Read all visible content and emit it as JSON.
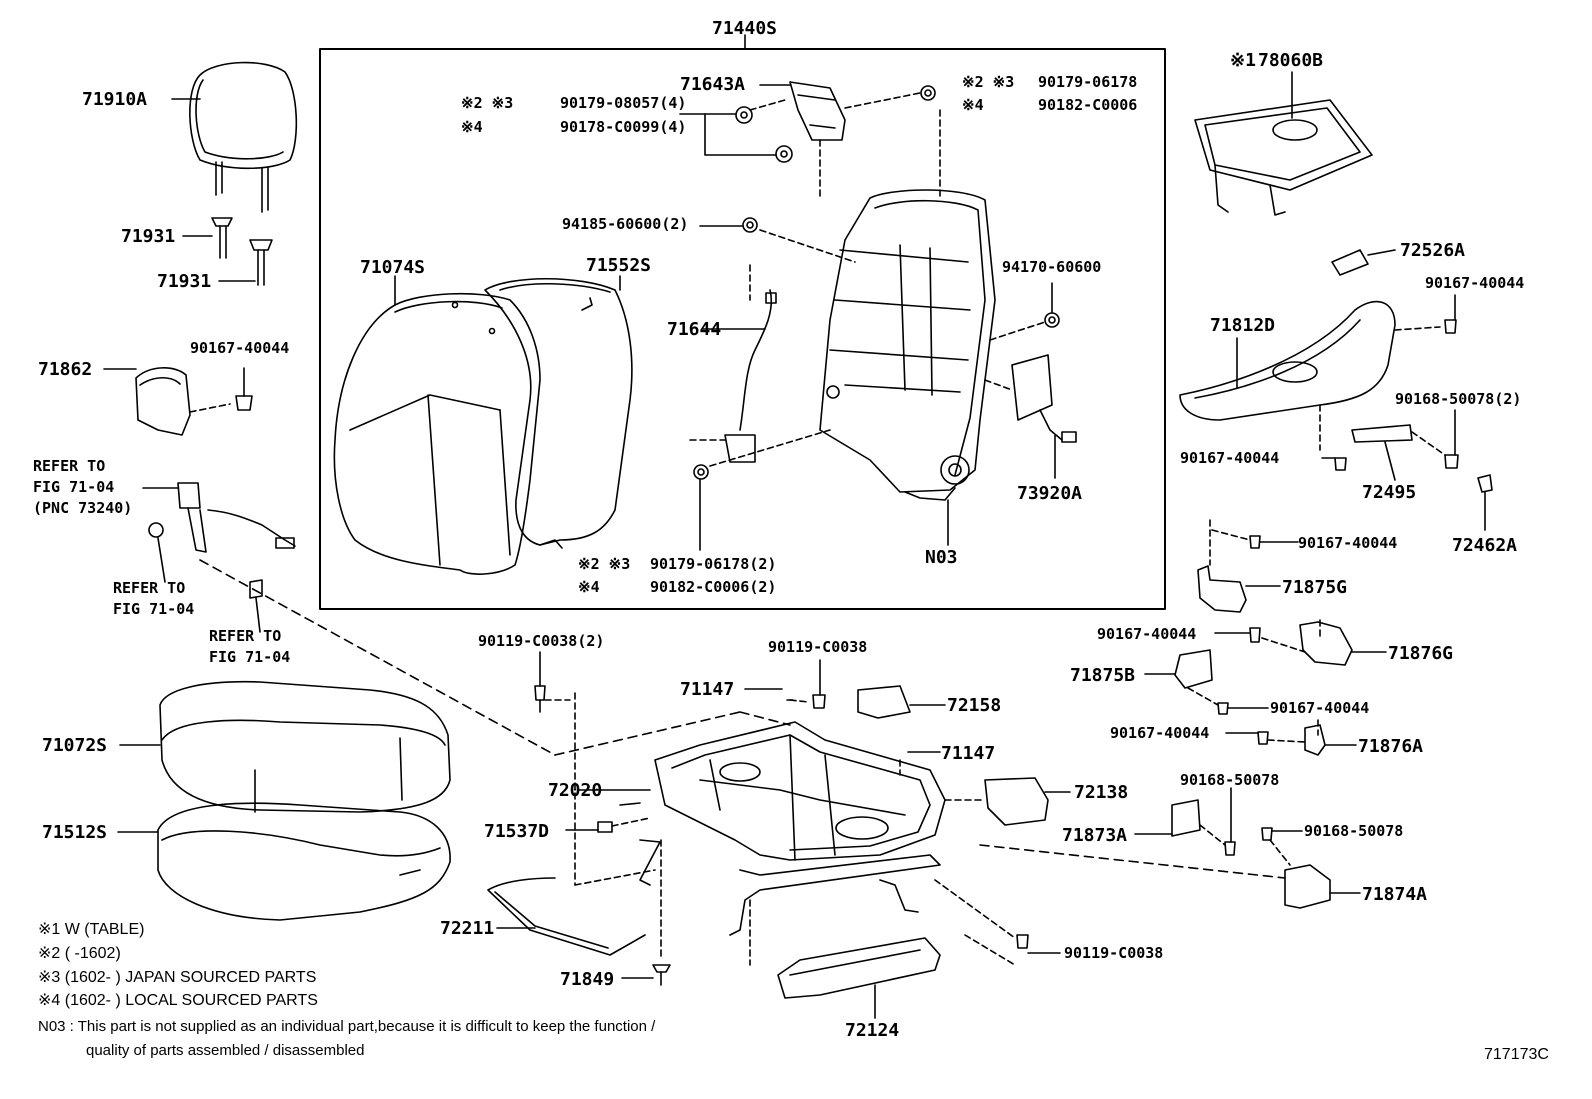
{
  "diagram": {
    "frame_title": "71440S",
    "figure_number": "717173C"
  },
  "parts": {
    "p71910A": "71910A",
    "p71931a": "71931",
    "p71931b": "71931",
    "p71862": "71862",
    "p90167_40044_headrest": "90167-40044",
    "refer1": "REFER TO",
    "refer1_fig": "FIG 71-04",
    "refer1_pnc": "(PNC 73240)",
    "refer2": "REFER TO",
    "refer2_fig": "FIG 71-04",
    "refer3": "REFER TO",
    "refer3_fig": "FIG 71-04",
    "p71072S": "71072S",
    "p71512S": "71512S",
    "p71074S": "71074S",
    "p71552S": "71552S",
    "p71643A": "71643A",
    "note23_a": "※2 ※3",
    "p90179_08057": "90179-08057(4)",
    "note4_a": "※4",
    "p90178_C0099": "90178-C0099(4)",
    "note23_b": "※2 ※3",
    "p90179_06178": "90179-06178",
    "note4_b": "※4",
    "p90182_C0006": "90182-C0006",
    "p94185_60600": "94185-60600(2)",
    "p94170_60600": "94170-60600",
    "p71644": "71644",
    "p73920A": "73920A",
    "pN03": "N03",
    "note23_c": "※2 ※3",
    "p90179_06178_2": "90179-06178(2)",
    "note4_c": "※4",
    "p90182_C0006_2": "90182-C0006(2)",
    "note1_label": "※1",
    "p78060B": "78060B",
    "p72526A": "72526A",
    "p90167_40044_r1": "90167-40044",
    "p71812D": "71812D",
    "p90168_50078_2": "90168-50078(2)",
    "p90167_40044_r2": "90167-40044",
    "p72495": "72495",
    "p72462A": "72462A",
    "p90167_40044_r3": "90167-40044",
    "p71875G": "71875G",
    "p90167_40044_r4": "90167-40044",
    "p71876G": "71876G",
    "p71875B": "71875B",
    "p90167_40044_r5": "90167-40044",
    "p90167_40044_r6": "90167-40044",
    "p71876A": "71876A",
    "p90168_50078_a": "90168-50078",
    "p71873A": "71873A",
    "p90168_50078_b": "90168-50078",
    "p71874A": "71874A",
    "p90119_C0038_2": "90119-C0038(2)",
    "p90119_C0038_a": "90119-C0038",
    "p71147_a": "71147",
    "p72158": "72158",
    "p71147_b": "71147",
    "p72020": "72020",
    "p72138": "72138",
    "p71537D": "71537D",
    "p72211": "72211",
    "p71849": "71849",
    "p90119_C0038_b": "90119-C0038",
    "p72124": "72124"
  },
  "legend": {
    "l1": "※1  W (TABLE)",
    "l2": "※2 (      -1602)",
    "l3": "※3 (1602-        ) JAPAN SOURCED PARTS",
    "l4": "※4 (1602-        ) LOCAL SOURCED PARTS",
    "n03_line1": "N03 : This part is not supplied as an individual part,because it is difficult to keep the function /",
    "n03_line2": "quality of parts assembled / disassembled"
  }
}
